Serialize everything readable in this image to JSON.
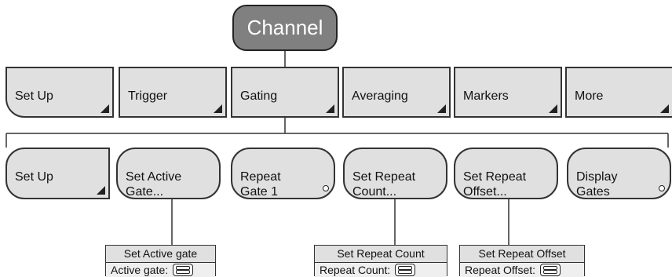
{
  "root": {
    "label": "Channel"
  },
  "row1": [
    {
      "label": "Set Up",
      "marker": "triangle"
    },
    {
      "label": "Trigger",
      "marker": "triangle"
    },
    {
      "label": "Gating",
      "marker": "triangle"
    },
    {
      "label": "Averaging",
      "marker": "triangle"
    },
    {
      "label": "Markers",
      "marker": "triangle"
    },
    {
      "label": "More",
      "marker": "triangle"
    }
  ],
  "row2": [
    {
      "label": "Set Up",
      "marker": "triangle"
    },
    {
      "label": "Set Active\nGate...",
      "marker": "none"
    },
    {
      "label": "Repeat\nGate 1",
      "marker": "circle"
    },
    {
      "label": "Set Repeat\nCount...",
      "marker": "none"
    },
    {
      "label": "Set Repeat\nOffset...",
      "marker": "none"
    },
    {
      "label": "Display\nGates",
      "marker": "circle"
    }
  ],
  "dialogs": [
    {
      "title": "Set Active gate",
      "field_label": "Active gate:"
    },
    {
      "title": "Set Repeat Count",
      "field_label": "Repeat Count:"
    },
    {
      "title": "Set Repeat Offset",
      "field_label": "Repeat Offset:"
    }
  ],
  "icons": {
    "triangle": "submenu-triangle-icon",
    "circle": "toggle-circle-icon",
    "knob": "rotary-knob-icon"
  }
}
